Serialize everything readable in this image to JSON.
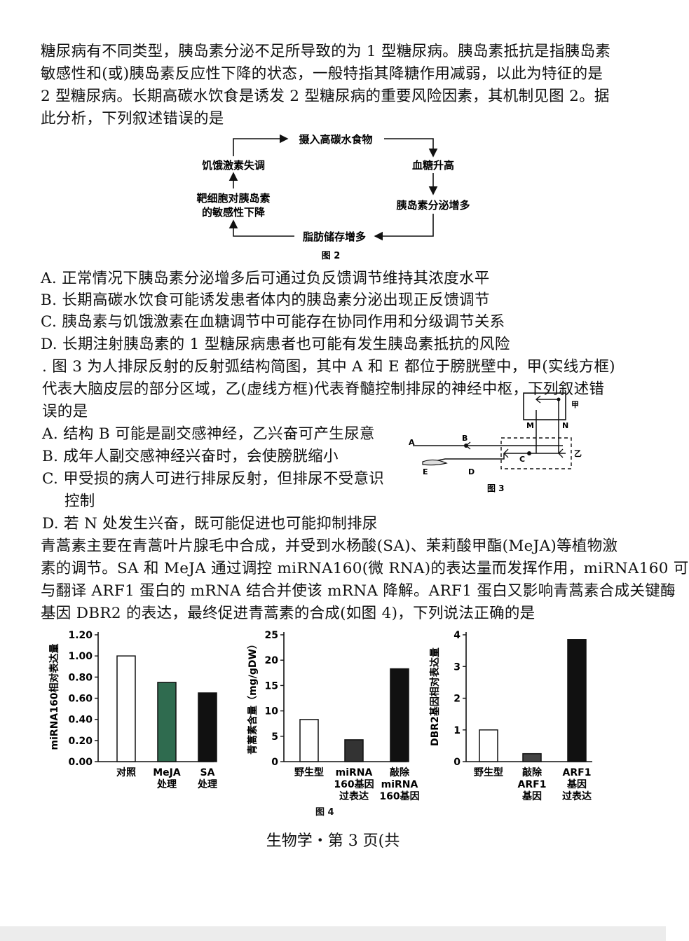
{
  "q_diabetes": {
    "stem": [
      "糖尿病有不同类型，胰岛素分泌不足所导致的为 1 型糖尿病。胰岛素抵抗是指胰岛素",
      "敏感性和(或)胰岛素反应性下降的状态，一般特指其降糖作用减弱，以此为特征的是",
      "2 型糖尿病。长期高碳水饮食是诱发 2 型糖尿病的重要风险因素，其机制见图 2。据",
      "此分析，下列叙述错误的是"
    ],
    "figure": {
      "nodes": {
        "top": "摄入高碳水食物",
        "right_top": "血糖升高",
        "right_bottom": "胰岛素分泌增多",
        "bottom": "脂肪储存增多",
        "left_bottom_1": "靶细胞对胰岛素",
        "left_bottom_2": "的敏感性下降",
        "left_top": "饥饿激素失调"
      },
      "caption": "图 2"
    },
    "options": [
      "A. 正常情况下胰岛素分泌增多后可通过负反馈调节维持其浓度水平",
      "B. 长期高碳水饮食可能诱发患者体内的胰岛素分泌出现正反馈调节",
      "C. 胰岛素与饥饿激素在血糖调节中可能存在协同作用和分级调节关系",
      "D. 长期注射胰岛素的 1 型糖尿病患者也可能有发生胰岛素抵抗的风险"
    ]
  },
  "q_urination": {
    "stem": [
      ". 图 3 为人排尿反射的反射弧结构简图，其中 A 和 E 都位于膀胱壁中，甲(实线方框)",
      "代表大脑皮层的部分区域，乙(虚线方框)代表脊髓控制排尿的神经中枢，下列叙述错",
      "误的是"
    ],
    "options": [
      "A. 结构 B 可能是副交感神经，乙兴奋可产生尿意",
      "B. 成年人副交感神经兴奋时，会使膀胱缩小",
      "C. 甲受损的病人可进行排尿反射，但排尿不受意识",
      "控制",
      "D. 若 N 处发生兴奋，既可能促进也可能抑制排尿"
    ],
    "figure": {
      "labels": {
        "a": "A",
        "b": "B",
        "c": "C",
        "d": "D",
        "e": "E",
        "m": "M",
        "n": "N",
        "jia": "甲",
        "yi": "乙"
      },
      "caption": "图 3"
    }
  },
  "q_artemisinin": {
    "stem": [
      "青蒿素主要在青蒿叶片腺毛中合成，并受到水杨酸(SA)、茉莉酸甲酯(MeJA)等植物激",
      "素的调节。SA 和 MeJA 通过调控 miRNA160(微 RNA)的表达量而发挥作用，miRNA160 可",
      "与翻译 ARF1 蛋白的 mRNA 结合并使该 mRNA 降解。ARF1 蛋白又影响青蒿素合成关键酶",
      "基因 DBR2 的表达，最终促进青蒿素的合成(如图 4)，下列说法正确的是"
    ],
    "caption": "图 4"
  },
  "chart_data": [
    {
      "type": "bar",
      "categories": [
        [
          "对照"
        ],
        [
          "MeJA",
          "处理"
        ],
        [
          "SA",
          "处理"
        ]
      ],
      "values": [
        1.0,
        0.75,
        0.65
      ],
      "ylabel": "miRNA160相对表达量",
      "ylim": [
        0,
        1.2
      ],
      "yticks": [
        "0.00",
        "0.20",
        "0.40",
        "0.60",
        "0.80",
        "1.00",
        "1.20"
      ],
      "bar_fills": [
        "#ffffff",
        "#2f6b4f",
        "#111111"
      ]
    },
    {
      "type": "bar",
      "categories": [
        [
          "野生型"
        ],
        [
          "miRNA",
          "160基因",
          "过表达"
        ],
        [
          "敲除",
          "miRNA",
          "160基因"
        ]
      ],
      "values": [
        8.3,
        4.3,
        18.3
      ],
      "ylabel": "青蒿素含量（mg/gDW）",
      "ylim": [
        0,
        25
      ],
      "yticks": [
        "0",
        "5",
        "10",
        "15",
        "20",
        "25"
      ],
      "bar_fills": [
        "#ffffff",
        "#333333",
        "#111111"
      ]
    },
    {
      "type": "bar",
      "categories": [
        [
          "野生型"
        ],
        [
          "敲除",
          "ARF1",
          "基因"
        ],
        [
          "ARF1",
          "基因",
          "过表达"
        ]
      ],
      "values": [
        1.0,
        0.25,
        3.85
      ],
      "ylabel": "DBR2基因相对表达量",
      "ylim": [
        0,
        4
      ],
      "yticks": [
        "0",
        "1",
        "2",
        "3",
        "4"
      ],
      "bar_fills": [
        "#ffffff",
        "#444444",
        "#111111"
      ]
    }
  ],
  "footer": "生物学・第 3 页(共"
}
